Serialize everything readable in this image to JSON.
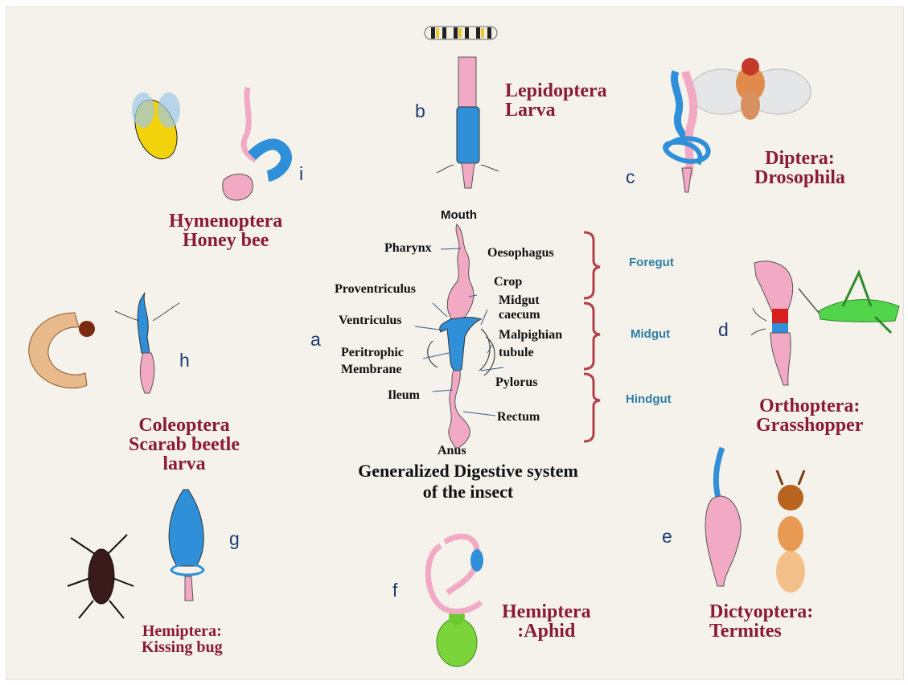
{
  "letters": {
    "a": "a",
    "b": "b",
    "c": "c",
    "d": "d",
    "e": "e",
    "f": "f",
    "g": "g",
    "h": "h",
    "i": "i"
  },
  "orders": {
    "b": {
      "line1": "Lepidoptera",
      "line2": "Larva"
    },
    "c": {
      "line1": "Diptera:",
      "line2": "Drosophila"
    },
    "d": {
      "line1": "Orthoptera:",
      "line2": "Grasshopper"
    },
    "e": {
      "line1": "Dictyoptera:",
      "line2": "Termites"
    },
    "f": {
      "line1": "Hemiptera",
      "line2": ":Aphid"
    },
    "g": {
      "line1": "Hemiptera:",
      "line2": "Kissing bug"
    },
    "h": {
      "line1": "Coleoptera",
      "line2": "Scarab beetle",
      "line3": "larva"
    },
    "i": {
      "line1": "Hymenoptera",
      "line2": "Honey bee"
    }
  },
  "parts": {
    "mouth": "Mouth",
    "pharynx": "Pharynx",
    "oesophagus": "Oesophagus",
    "proventriculus": "Proventriculus",
    "crop": "Crop",
    "midgut_caecum_1": "Midgut",
    "midgut_caecum_2": "caecum",
    "ventriculus": "Ventriculus",
    "malpighian_1": "Malpighian",
    "malpighian_2": "tubule",
    "peritrophic_1": "Peritrophic",
    "peritrophic_2": "Membrane",
    "pylorus": "Pylorus",
    "ileum": "Ileum",
    "rectum": "Rectum",
    "anus": "Anus"
  },
  "regions": {
    "foregut": "Foregut",
    "midgut": "Midgut",
    "hindgut": "Hindgut"
  },
  "caption": {
    "line1": "Generalized Digestive system",
    "line2": "of the insect"
  },
  "colors": {
    "order_label": "#8b1a3a",
    "panel_letter": "#1f3b73",
    "region_label": "#2e7ea6",
    "bracket": "#b3414b",
    "midgut_fill": "#2f8fd8",
    "fore_hind_gut_fill": "#f2a9c4",
    "background": "#f4f2ea"
  }
}
